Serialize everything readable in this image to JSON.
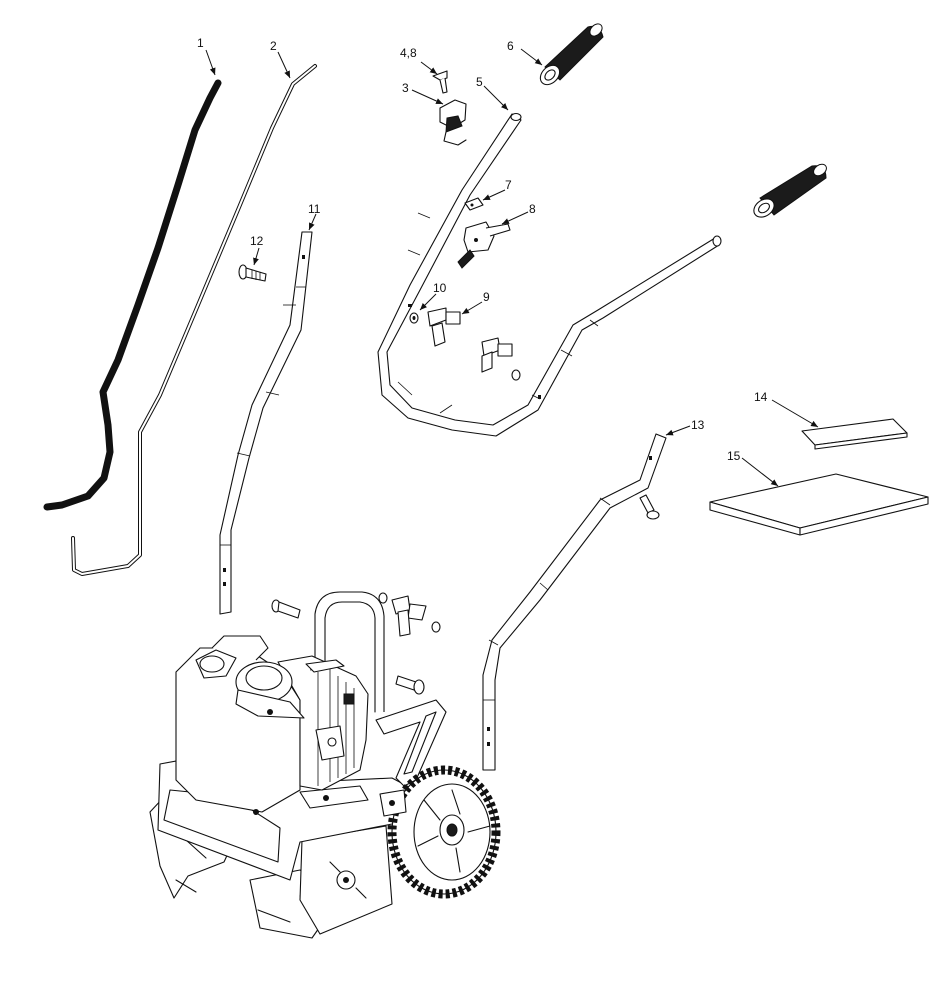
{
  "diagram": {
    "callouts": {
      "c1": "1",
      "c2": "2",
      "c3": "3",
      "c48": "4,8",
      "c5": "5",
      "c6": "6",
      "c7": "7",
      "c8": "8",
      "c9": "9",
      "c10": "10",
      "c11": "11",
      "c12": "12",
      "c13": "13",
      "c14": "14",
      "c15": "15"
    }
  }
}
